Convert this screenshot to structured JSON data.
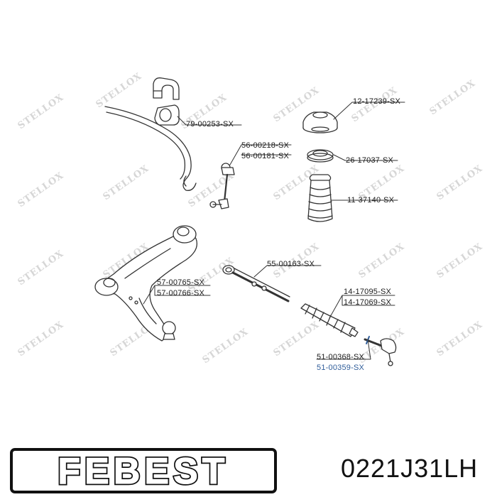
{
  "watermark_text": "STELLOX",
  "labels": {
    "p1": "79-00253-SX",
    "p2a": "56-00218-SX",
    "p2b": "56-00181-SX",
    "p3": "12-17239-SX",
    "p4": "26-17037-SX",
    "p5": "11-37140-SX",
    "p6": "55-00163-SX",
    "p7a": "57-00765-SX",
    "p7b": "57-00766-SX",
    "p8a": "14-17095-SX",
    "p8b": "14-17069-SX",
    "p9a": "51-00368-SX",
    "p9b": "51-00359-SX"
  },
  "brand": "FEBEST",
  "part_number": "0221J31LH",
  "colors": {
    "line": "#333333",
    "highlight": "#2f5d9a",
    "watermark": "#d6d6d6"
  }
}
